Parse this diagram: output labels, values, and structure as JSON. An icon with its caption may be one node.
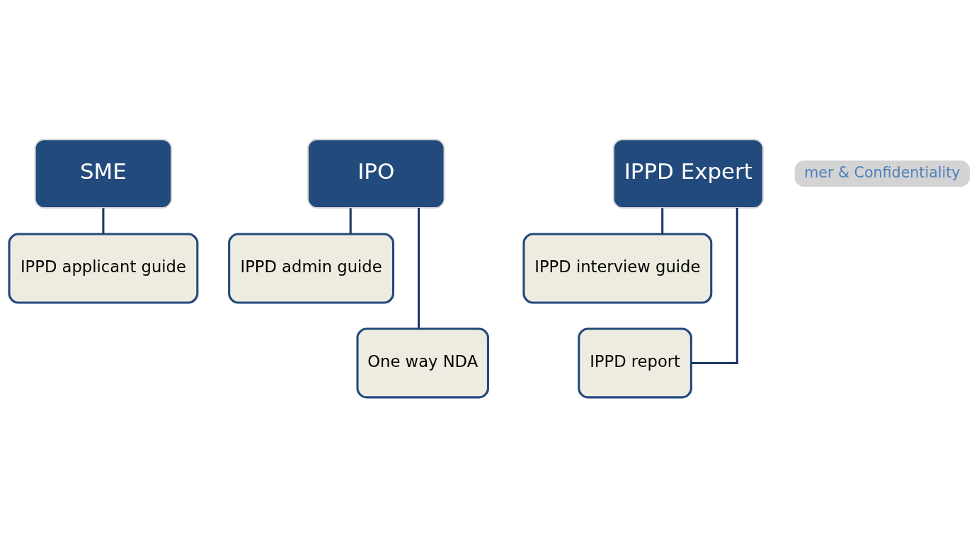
{
  "diagram": {
    "nodes": [
      {
        "text": [
          "SME"
        ]
      },
      {
        "text": [
          "IPPD applicant guide"
        ]
      },
      {
        "text": [
          "IPO"
        ]
      },
      {
        "text": [
          "IPPD admin guide"
        ]
      },
      {
        "text": [
          "One way NDA"
        ]
      },
      {
        "text": [
          "IPPD Expert"
        ]
      },
      {
        "text": [
          "IPPD interview guide"
        ]
      },
      {
        "text": [
          "IPPD report"
        ]
      }
    ],
    "edges": [
      {
        "from": 0,
        "to": 1,
        "arrow": "none"
      },
      {
        "from": 2,
        "to": 3,
        "arrow": "none"
      },
      {
        "from": 2,
        "to": 4,
        "arrow": "none"
      },
      {
        "from": 5,
        "to": 6,
        "arrow": "none"
      },
      {
        "from": 5,
        "to": 7,
        "arrow": "none"
      }
    ],
    "labels": [
      "mer & Confidentiality"
    ]
  }
}
